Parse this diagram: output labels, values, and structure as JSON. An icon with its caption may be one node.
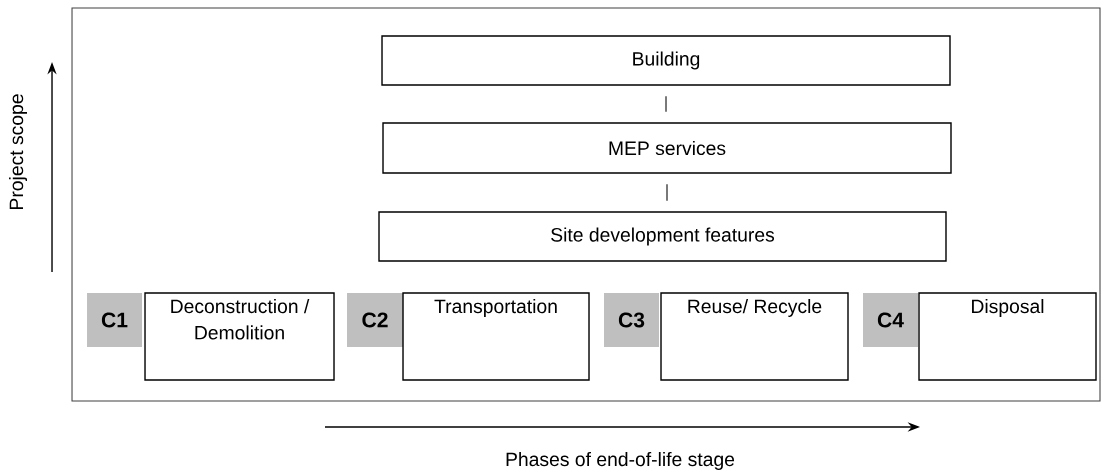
{
  "diagram": {
    "nodes": [
      {
        "text": [],
        "shape": "box"
      },
      {
        "text": [
          "Building"
        ],
        "in": 0
      },
      {
        "text": [
          "MEP services"
        ],
        "in": 0
      },
      {
        "text": [
          "Site development features"
        ],
        "in": 0
      },
      {
        "text": [
          "C1"
        ],
        "in": 0
      },
      {
        "text": [
          "Deconstruction / Demolition"
        ],
        "in": 0
      },
      {
        "text": [
          "C2"
        ],
        "in": 0
      },
      {
        "text": [
          "Transportation"
        ],
        "in": 0
      },
      {
        "text": [
          "C3"
        ],
        "in": 0
      },
      {
        "text": [
          "Reuse/ Recycle"
        ],
        "in": 0
      },
      {
        "text": [
          "C4"
        ],
        "in": 0
      },
      {
        "text": [
          "Disposal"
        ],
        "in": 0
      }
    ],
    "edges": [
      {
        "from": 1,
        "to": 2,
        "arrow": "none"
      },
      {
        "from": 2,
        "to": 3,
        "arrow": "none"
      }
    ],
    "labels": [
      "Project scope",
      "Phases of end-of-life stage"
    ]
  }
}
